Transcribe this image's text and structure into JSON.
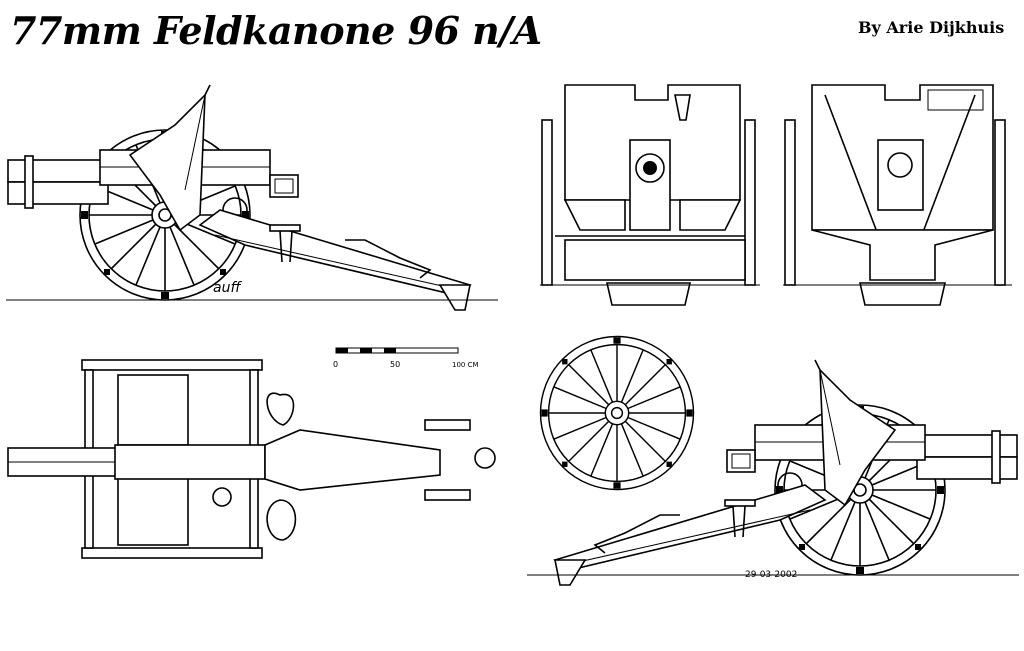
{
  "title": "77mm Feldkanone 96 n/A",
  "author": "By Arie Dijkhuis",
  "scale_bar": {
    "labels": [
      "0",
      "50",
      "100 CM"
    ]
  },
  "date": "29-03-2002",
  "signature": "auff",
  "views": [
    "side-view-left",
    "front-view",
    "rear-view",
    "top-view",
    "wheel-view",
    "side-view-right"
  ]
}
